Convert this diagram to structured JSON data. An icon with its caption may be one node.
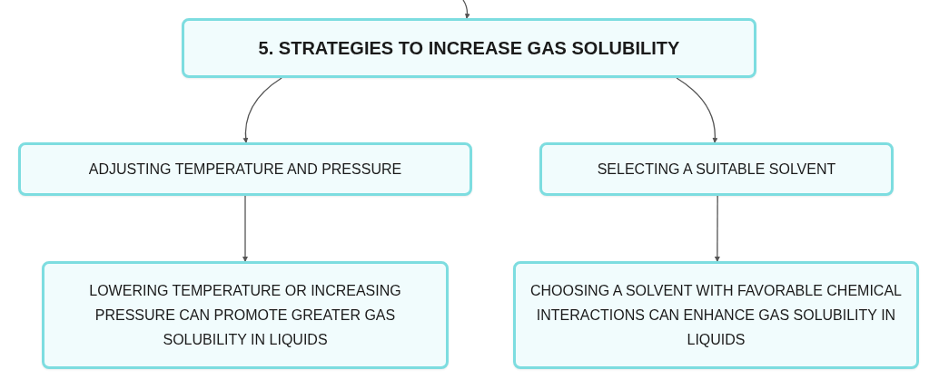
{
  "diagram": {
    "nodes": [
      {
        "text": [
          "5. STRATEGIES TO INCREASE GAS SOLUBILITY"
        ]
      },
      {
        "text": [
          "ADJUSTING TEMPERATURE AND PRESSURE"
        ]
      },
      {
        "text": [
          "SELECTING A SUITABLE SOLVENT"
        ]
      },
      {
        "text": [
          "LOWERING TEMPERATURE OR INCREASING PRESSURE CAN PROMOTE GREATER GAS SOLUBILITY IN LIQUIDS"
        ]
      },
      {
        "text": [
          "CHOOSING A SOLVENT WITH FAVORABLE CHEMICAL INTERACTIONS CAN ENHANCE GAS SOLUBILITY IN LIQUIDS"
        ]
      }
    ],
    "edges": [
      {
        "from": null,
        "to": 0,
        "arrow": "to"
      },
      {
        "from": 0,
        "to": 1,
        "arrow": "to"
      },
      {
        "from": 0,
        "to": 2,
        "arrow": "to"
      },
      {
        "from": 1,
        "to": 3,
        "arrow": "to"
      },
      {
        "from": 2,
        "to": 4,
        "arrow": "to"
      }
    ]
  }
}
